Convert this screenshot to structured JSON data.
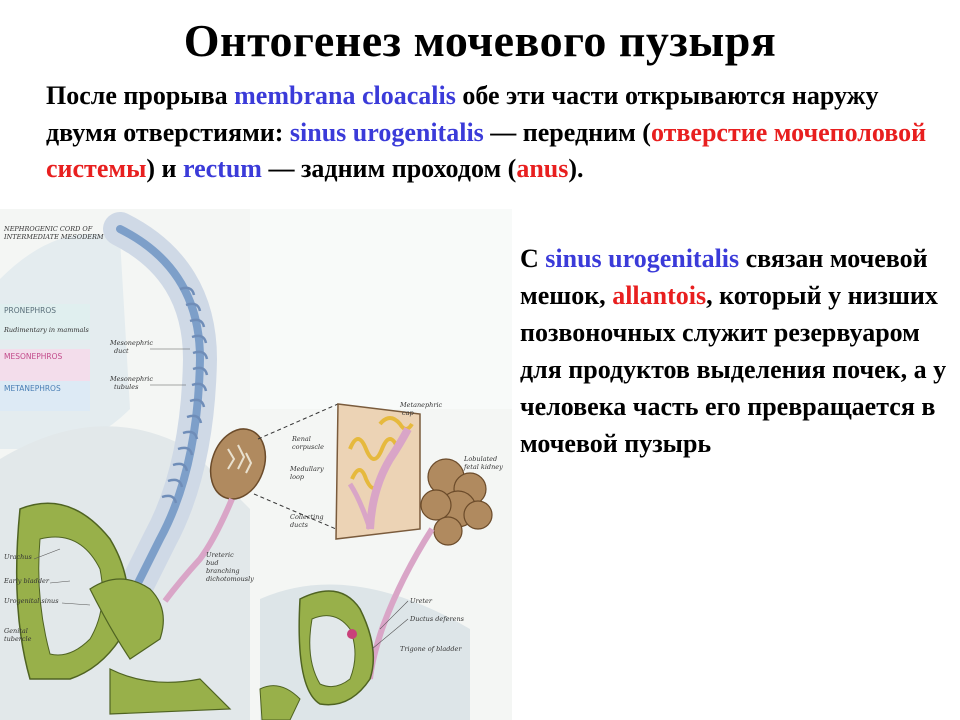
{
  "title": "Онтогенез мочевого пузыря",
  "intro": {
    "t1": "После прорыва ",
    "l1": "membrana cloacalis",
    "t2": " обе эти части открываются наружу двумя отверстиями: ",
    "l2": "sinus urogenitalis",
    "t3": " — передним (",
    "r1": "отверстие мочеполовой системы",
    "t4": ") и ",
    "l3": "rectum",
    "t5": " — задним проходом (",
    "r2": "anus",
    "t6": ")."
  },
  "side": {
    "t1": "С ",
    "l1": "sinus urogenitalis",
    "t2": " связан мочевой мешок, ",
    "r1": "allantois",
    "t3": ", который у низших позвоночных служит резервуаром для продуктов выделения почек, а у человека часть его превращается в мочевой пузырь"
  },
  "figure": {
    "labels": {
      "nephrogenic": "NEPHROGENIC CORD OF",
      "nephrogenic2": "INTERMEDIATE MESODERM",
      "pronephros": "PRONEPHROS",
      "pronephros_sub": "Rudimentary in mammals",
      "mesonephros": "MESONEPHROS",
      "metanephros": "METANEPHROS",
      "mesonephric_duct": "Mesonephric",
      "mesonephric_duct2": "duct",
      "mesonephric_tubules": "Mesonephric",
      "mesonephric_tubules2": "tubules",
      "renal_corpuscle": "Renal",
      "renal_corpuscle2": "corpuscle",
      "medullary_loop": "Medullary",
      "medullary_loop2": "loop",
      "collecting_ducts": "Collecting",
      "collecting_ducts2": "ducts",
      "metanephric_cap": "Metanephric",
      "metanephric_cap2": "cap",
      "lobulated": "Lobulated",
      "lobulated2": "fetal kidney",
      "urachus": "Urachus",
      "early_bladder": "Early bladder",
      "urogenital_sinus": "Urogenital sinus",
      "genital_tubercle": "Genital",
      "genital_tubercle2": "tubercle",
      "ureteric_bud": "Ureteric",
      "ureteric_bud2": "bud",
      "ureteric_bud3": "branching",
      "ureteric_bud4": "dichotomously",
      "ureter": "Ureter",
      "ductus_deferens": "Ductus deferens",
      "trigone": "Trigone of bladder"
    },
    "colors": {
      "duct_blue": "#7d9fc9",
      "mesoderm_green": "#98b04a",
      "kidney_brown": "#b08a5f",
      "allantois_pink": "#d9a5c7",
      "tissue_gray": "#cfd6dc"
    }
  }
}
